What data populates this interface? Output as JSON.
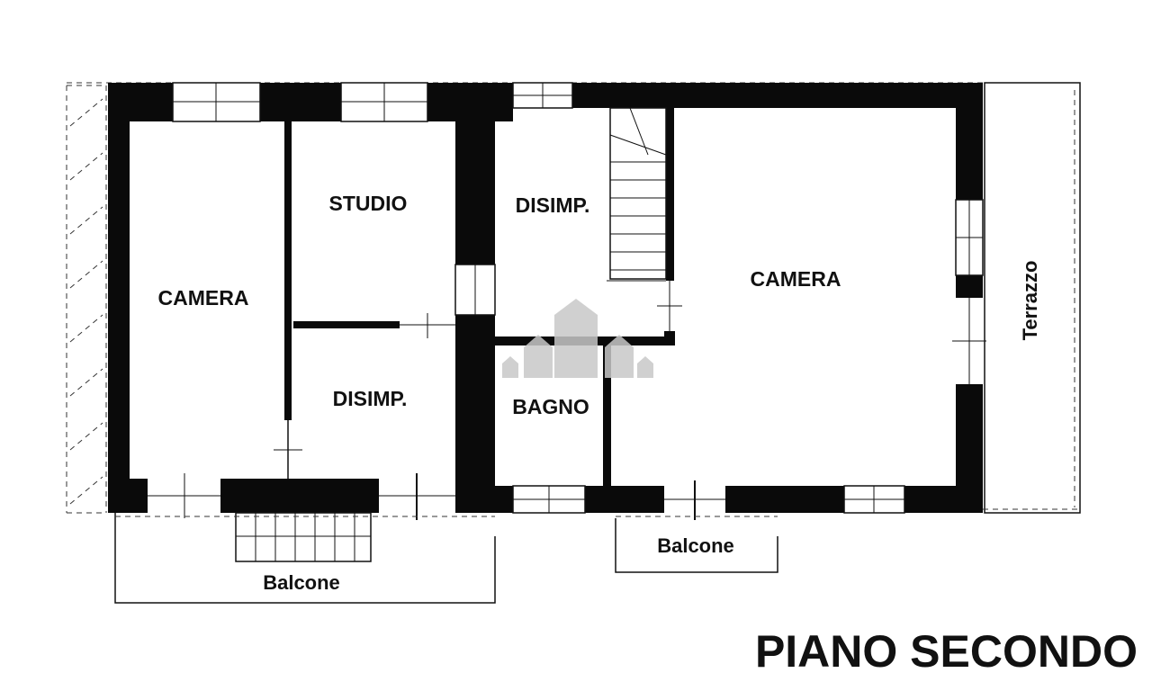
{
  "plan": {
    "title": "PIANO SECONDO",
    "rooms": {
      "camera_left": "CAMERA",
      "studio": "STUDIO",
      "disimp_lower": "DISIMP.",
      "disimp_upper": "DISIMP.",
      "bagno": "BAGNO",
      "camera_right": "CAMERA"
    },
    "exterior": {
      "balcone_left": "Balcone",
      "balcone_right": "Balcone",
      "terrazzo": "Terrazzo"
    }
  },
  "colors": {
    "wall": "#0a0a0a",
    "background": "#ffffff",
    "watermark": "#c8c8c8"
  }
}
